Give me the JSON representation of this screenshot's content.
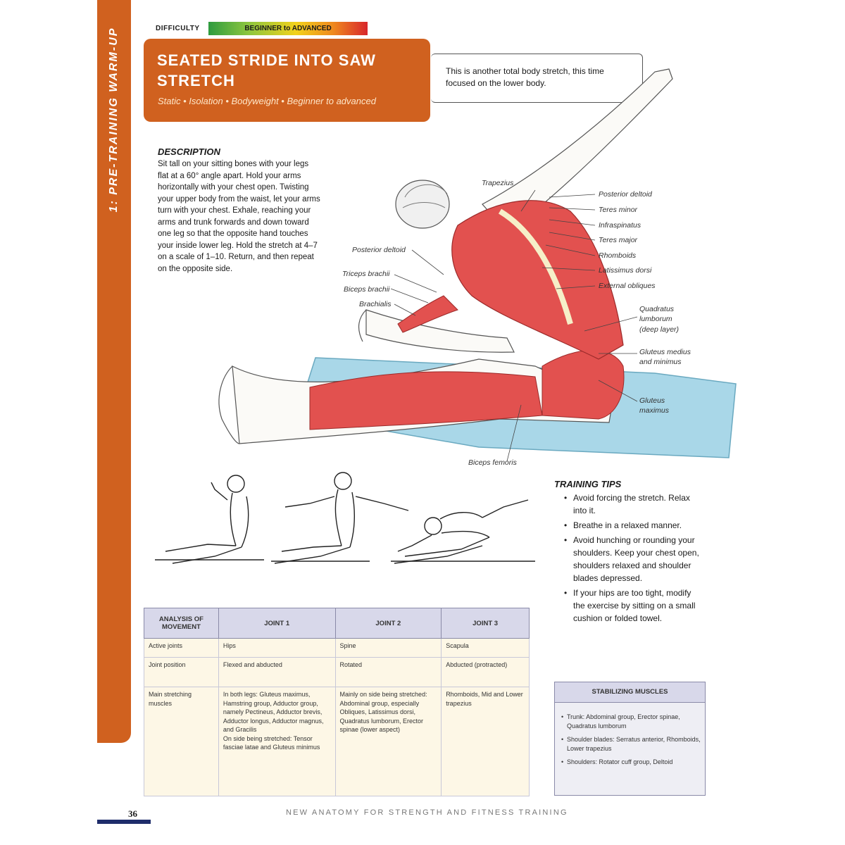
{
  "sidebar": {
    "label": "1: PRE-TRAINING WARM-UP"
  },
  "difficulty": {
    "label": "DIFFICULTY",
    "level": "BEGINNER to ADVANCED"
  },
  "exercise": {
    "title": "SEATED STRIDE INTO SAW STRETCH",
    "tags": "Static • Isolation • Bodyweight • Beginner to advanced"
  },
  "intro": "This is another total body stretch, this time focused on the lower body.",
  "description": {
    "heading": "DESCRIPTION",
    "text": "Sit tall on your sitting bones with your legs flat at a 60° angle apart. Hold your arms horizontally with your chest open. Twisting your upper body from the waist, let your arms turn with your chest. Exhale, reaching your arms and trunk forwards and down toward one leg so that the opposite hand touches your inside lower leg. Hold the stretch at 4–7 on a scale of 1–10. Return, and then repeat on the opposite side."
  },
  "muscles": {
    "trapezius": "Trapezius",
    "posterior_deltoid_right": "Posterior deltoid",
    "teres_minor": "Teres minor",
    "infraspinatus": "Infraspinatus",
    "teres_major": "Teres major",
    "rhomboids": "Rhomboids",
    "latissimus_dorsi": "Latissimus dorsi",
    "external_obliques": "External obliques",
    "quadratus_1": "Quadratus",
    "quadratus_2": "lumborum",
    "quadratus_3": "(deep layer)",
    "gluteus_medius_1": "Gluteus medius",
    "gluteus_medius_2": "and minimus",
    "gluteus_maximus_1": "Gluteus",
    "gluteus_maximus_2": "maximus",
    "biceps_femoris": "Biceps femoris",
    "posterior_deltoid_left": "Posterior deltoid",
    "triceps_brachii": "Triceps brachii",
    "biceps_brachii": "Biceps brachii",
    "brachialis": "Brachialis"
  },
  "tips": {
    "heading": "TRAINING TIPS",
    "items": [
      "Avoid forcing the stretch. Relax into it.",
      "Breathe in a relaxed manner.",
      "Avoid hunching or rounding your shoulders. Keep your chest open, shoulders relaxed and shoulder blades depressed.",
      "If your hips are too tight, modify the exercise by sitting on a small cushion or folded towel."
    ]
  },
  "movement_table": {
    "headers": [
      "ANALYSIS OF MOVEMENT",
      "JOINT 1",
      "JOINT 2",
      "JOINT 3"
    ],
    "rows": [
      {
        "label": "Active joints",
        "j1": "Hips",
        "j2": "Spine",
        "j3": "Scapula"
      },
      {
        "label": "Joint position",
        "j1": "Flexed and abducted",
        "j2": "Rotated",
        "j3": "Abducted (protracted)"
      },
      {
        "label": "Main stretching muscles",
        "j1": "In both legs: Gluteus maximus, Hamstring group, Adductor group, namely Pectineus, Adductor brevis, Adductor longus, Adductor magnus, and Gracilis",
        "j1b": "On side being stretched: Tensor fasciae latae and Gluteus minimus",
        "j2": "Mainly on side being stretched: Abdominal group, especially Obliques, Latissimus dorsi, Quadratus lumborum, Erector spinae (lower aspect)",
        "j3": "Rhomboids, Mid and Lower trapezius"
      }
    ]
  },
  "stabilizing": {
    "heading": "STABILIZING MUSCLES",
    "items": [
      "Trunk: Abdominal group, Erector spinae, Quadratus lumborum",
      "Shoulder blades: Serratus anterior, Rhomboids, Lower trapezius",
      "Shoulders: Rotator cuff group, Deltoid"
    ]
  },
  "footer": {
    "page": "36",
    "book_title": "NEW ANATOMY FOR STRENGTH AND FITNESS TRAINING"
  },
  "colors": {
    "accent": "#d0611f",
    "table_header": "#d8d8ea",
    "table_cell": "#fdf7e6",
    "muscle": "#e2514f",
    "mat": "#a9d7e8",
    "footer_bar": "#1f2d6b"
  }
}
